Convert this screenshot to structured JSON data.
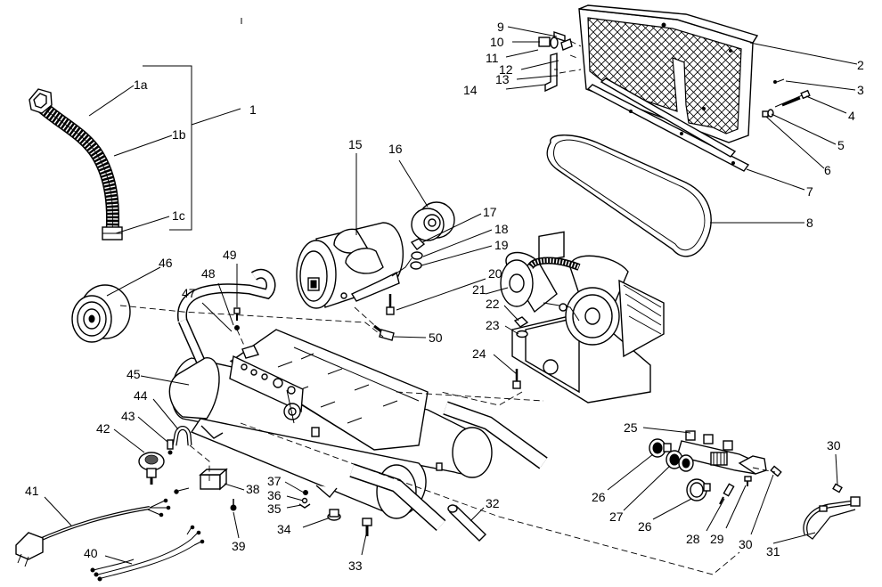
{
  "labels": [
    {
      "key": "1",
      "text": "1"
    },
    {
      "key": "1a",
      "text": "1a"
    },
    {
      "key": "1b",
      "text": "1b"
    },
    {
      "key": "1c",
      "text": "1c"
    },
    {
      "key": "2",
      "text": "2"
    },
    {
      "key": "3",
      "text": "3"
    },
    {
      "key": "4",
      "text": "4"
    },
    {
      "key": "5",
      "text": "5"
    },
    {
      "key": "6",
      "text": "6"
    },
    {
      "key": "7",
      "text": "7"
    },
    {
      "key": "8",
      "text": "8"
    },
    {
      "key": "9",
      "text": "9"
    },
    {
      "key": "10",
      "text": "10"
    },
    {
      "key": "11",
      "text": "11"
    },
    {
      "key": "12",
      "text": "12"
    },
    {
      "key": "13",
      "text": "13"
    },
    {
      "key": "14",
      "text": "14"
    },
    {
      "key": "15",
      "text": "15"
    },
    {
      "key": "16",
      "text": "16"
    },
    {
      "key": "17",
      "text": "17"
    },
    {
      "key": "18",
      "text": "18"
    },
    {
      "key": "19",
      "text": "19"
    },
    {
      "key": "20",
      "text": "20"
    },
    {
      "key": "21",
      "text": "21"
    },
    {
      "key": "22",
      "text": "22"
    },
    {
      "key": "23",
      "text": "23"
    },
    {
      "key": "24",
      "text": "24"
    },
    {
      "key": "25",
      "text": "25"
    },
    {
      "key": "26a",
      "text": "26"
    },
    {
      "key": "26b",
      "text": "26"
    },
    {
      "key": "27",
      "text": "27"
    },
    {
      "key": "28",
      "text": "28"
    },
    {
      "key": "29",
      "text": "29"
    },
    {
      "key": "30a",
      "text": "30"
    },
    {
      "key": "30b",
      "text": "30"
    },
    {
      "key": "31",
      "text": "31"
    },
    {
      "key": "32",
      "text": "32"
    },
    {
      "key": "33",
      "text": "33"
    },
    {
      "key": "34",
      "text": "34"
    },
    {
      "key": "35",
      "text": "35"
    },
    {
      "key": "36",
      "text": "36"
    },
    {
      "key": "37",
      "text": "37"
    },
    {
      "key": "38",
      "text": "38"
    },
    {
      "key": "39",
      "text": "39"
    },
    {
      "key": "40",
      "text": "40"
    },
    {
      "key": "41",
      "text": "41"
    },
    {
      "key": "42",
      "text": "42"
    },
    {
      "key": "43",
      "text": "43"
    },
    {
      "key": "44",
      "text": "44"
    },
    {
      "key": "45",
      "text": "45"
    },
    {
      "key": "46",
      "text": "46"
    },
    {
      "key": "47",
      "text": "47"
    },
    {
      "key": "48",
      "text": "48"
    },
    {
      "key": "49",
      "text": "49"
    },
    {
      "key": "50",
      "text": "50"
    }
  ]
}
